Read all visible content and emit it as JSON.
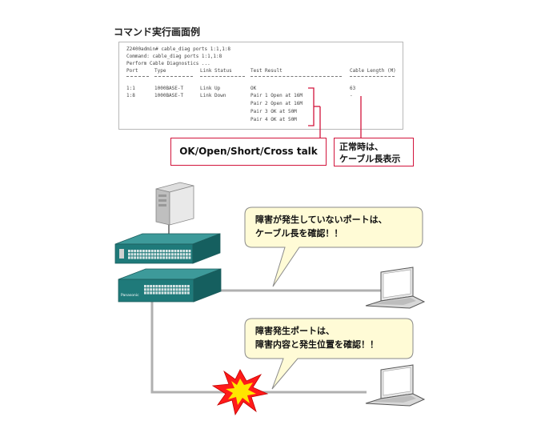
{
  "title": "コマンド実行画面例",
  "console": {
    "lines": [
      "Z2400admin# cable_diag ports 1:1,1:8",
      "Command: cable_diag ports 1:1,1:8",
      "Perform Cable Diagnostics ..."
    ],
    "headers": [
      "Port",
      "Type",
      "Link Status",
      "Test Result",
      "Cable Length (M)"
    ],
    "rows": [
      {
        "port": "1:1",
        "type": "1000BASE-T",
        "link": "Link Up",
        "results": [
          "OK"
        ],
        "length": "63"
      },
      {
        "port": "1:8",
        "type": "1000BASE-T",
        "link": "Link Down",
        "results": [
          "Pair 1 Open at 16M",
          "Pair 2 Open at 16M",
          "Pair 3 OK at 50M",
          "Pair 4 OK at 50M"
        ],
        "length": "-"
      }
    ]
  },
  "callouts": {
    "result_types": "OK/Open/Short/Cross talk",
    "normal_line1": "正常時は、",
    "normal_line2": "ケーブル長表示"
  },
  "bubbles": {
    "top_line1": "障害が発生していないポートは、",
    "top_line2": "ケーブル長を確認！！",
    "bottom_line1": "障害発生ポートは、",
    "bottom_line2": "障害内容と発生位置を確認！！"
  },
  "devices": {
    "switch_brand": "Panasonic"
  },
  "colors": {
    "callout_border": "#d2143c",
    "bubble_fill": "#fffbd6",
    "switch_teal": "#1f7a7a",
    "cable": "#b0b0b0",
    "burst_outer": "#ff1a1a",
    "burst_inner": "#ffe600"
  }
}
